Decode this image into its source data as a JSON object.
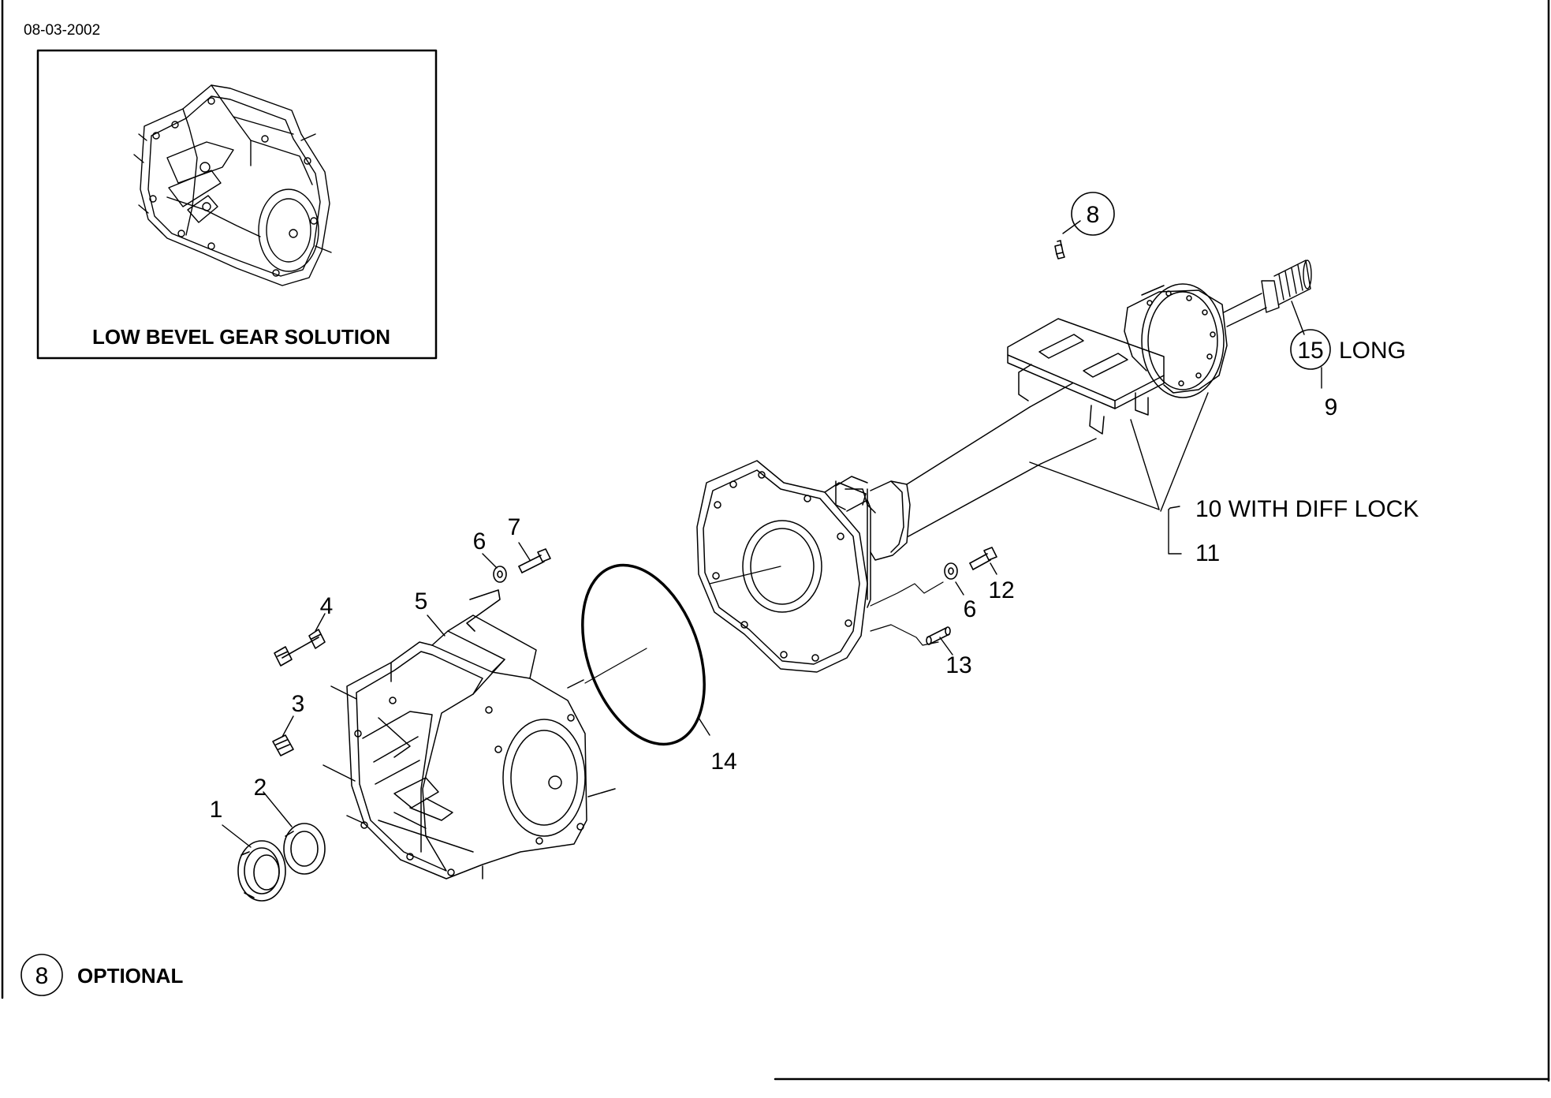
{
  "header": {
    "date": "08-03-2002"
  },
  "inset": {
    "caption": "LOW BEVEL GEAR SOLUTION"
  },
  "legend": {
    "symbol_number": "8",
    "label": "OPTIONAL"
  },
  "callouts": {
    "c1": "1",
    "c2": "2",
    "c3": "3",
    "c4": "4",
    "c5": "5",
    "c6a": "6",
    "c6b": "6",
    "c7": "7",
    "c8": "8",
    "c9": "9",
    "c10": "10 WITH DIFF LOCK",
    "c11": "11",
    "c12": "12",
    "c13": "13",
    "c14": "14",
    "c15": "15",
    "c15_note": "LONG"
  }
}
